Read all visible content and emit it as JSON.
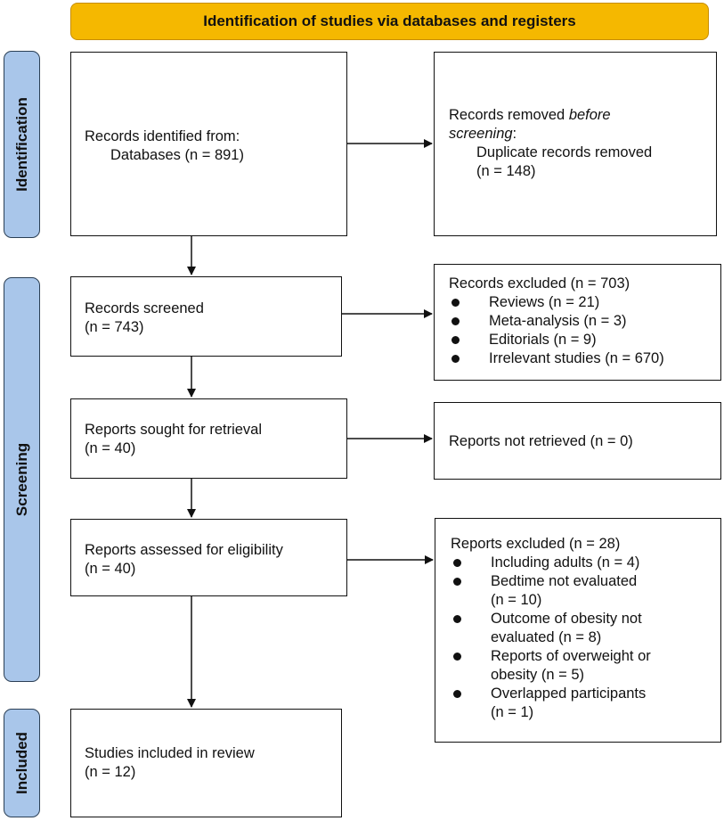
{
  "header": "Identification of studies via databases and registers",
  "phases": {
    "identification": "Identification",
    "screening": "Screening",
    "included": "Included"
  },
  "boxes": {
    "records_identified": {
      "line1": "Records identified from:",
      "line2": "Databases (n = 891)"
    },
    "records_removed": {
      "line1_a": "Records removed ",
      "line1_b": "before",
      "line2_a": "screening",
      "line2_b": ":",
      "line3": "Duplicate records removed",
      "line4": "(n = 148)"
    },
    "records_screened": {
      "line1": "Records screened",
      "line2": "(n = 743)"
    },
    "records_excluded": {
      "title": "Records excluded (n = 703)",
      "items": [
        "Reviews (n = 21)",
        "Meta-analysis (n = 3)",
        "Editorials (n = 9)",
        "Irrelevant studies (n = 670)"
      ]
    },
    "reports_sought": {
      "line1": "Reports sought for retrieval",
      "line2": "(n = 40)"
    },
    "reports_not_retrieved": {
      "line1": "Reports not retrieved (n = 0)"
    },
    "reports_assessed": {
      "line1": "Reports assessed for eligibility",
      "line2": "(n = 40)"
    },
    "reports_excluded": {
      "title": "Reports excluded (n = 28)",
      "items": [
        [
          "Including adults (n = 4)"
        ],
        [
          "Bedtime not evaluated",
          "(n = 10)"
        ],
        [
          "Outcome of obesity not",
          "evaluated (n = 8)"
        ],
        [
          "Reports of overweight or",
          "obesity (n = 5)"
        ],
        [
          "Overlapped participants",
          "(n = 1)"
        ]
      ]
    },
    "studies_included": {
      "line1": "Studies included in review",
      "line2": "(n = 12)"
    }
  }
}
